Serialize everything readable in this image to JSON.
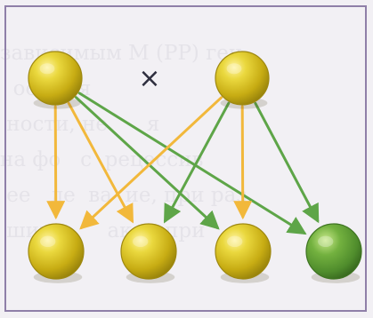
{
  "diagram": {
    "cross_symbol": "×",
    "colors": {
      "background": "#f2f0f4",
      "border": "#8f7fa8",
      "yellow_arrow": "#f2b83b",
      "green_arrow": "#5ea548",
      "yellow_pea": "#d8c21e",
      "green_pea": "#66a93e"
    },
    "nodes": [
      {
        "id": "parent-1",
        "role": "parent",
        "color": "yellow"
      },
      {
        "id": "parent-2",
        "role": "parent",
        "color": "yellow"
      },
      {
        "id": "offspring-1",
        "role": "offspring",
        "color": "yellow"
      },
      {
        "id": "offspring-2",
        "role": "offspring",
        "color": "yellow"
      },
      {
        "id": "offspring-3",
        "role": "offspring",
        "color": "yellow"
      },
      {
        "id": "offspring-4",
        "role": "offspring",
        "color": "green"
      }
    ],
    "arrows": [
      {
        "from": "parent-1",
        "to": "offspring-1",
        "color": "yellow"
      },
      {
        "from": "parent-1",
        "to": "offspring-2",
        "color": "yellow"
      },
      {
        "from": "parent-1",
        "to": "offspring-3",
        "color": "green"
      },
      {
        "from": "parent-1",
        "to": "offspring-4",
        "color": "green"
      },
      {
        "from": "parent-2",
        "to": "offspring-1",
        "color": "yellow"
      },
      {
        "from": "parent-2",
        "to": "offspring-2",
        "color": "green"
      },
      {
        "from": "parent-2",
        "to": "offspring-3",
        "color": "yellow"
      },
      {
        "from": "parent-2",
        "to": "offspring-4",
        "color": "green"
      }
    ]
  }
}
